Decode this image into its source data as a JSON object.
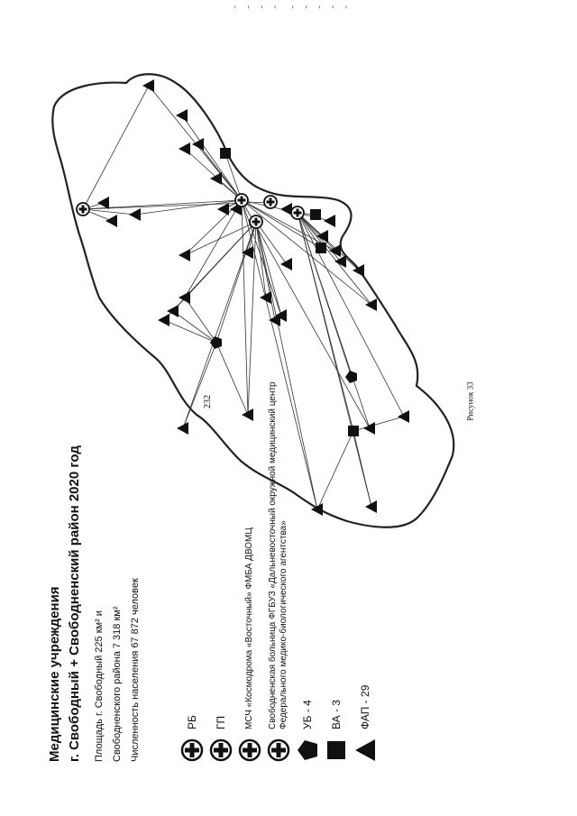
{
  "page": {
    "number": "232",
    "caption": "Рисунок 33"
  },
  "title": {
    "line1": "Медицинские учреждения",
    "line2": "г. Свободный + Свободненский район 2020 год"
  },
  "stats": {
    "area_city": "Площадь г. Свободный 225 км² и",
    "area_district": "Свободненского района 7 318 км²",
    "population": "Численность населения 67 872 человек"
  },
  "legend": [
    {
      "symbol": "cross-circle",
      "label": "РБ"
    },
    {
      "symbol": "cross-circle",
      "label": "ГП"
    },
    {
      "symbol": "cross-circle",
      "label": "МСЧ «Космодрома «Восточный» ФМБА ДВОМЦ"
    },
    {
      "symbol": "cross-circle",
      "label": "Свободненская больница ФГБУЗ «Дальневосточный окружной медицинский центр Федерального медико-биологического агентства»"
    },
    {
      "symbol": "pentagon",
      "label": "УБ - 4"
    },
    {
      "symbol": "square",
      "label": "ВА - 3"
    },
    {
      "symbol": "triangle",
      "label": "ФАП - 29"
    }
  ],
  "colors": {
    "ink": "#111111",
    "line": "#333333"
  }
}
